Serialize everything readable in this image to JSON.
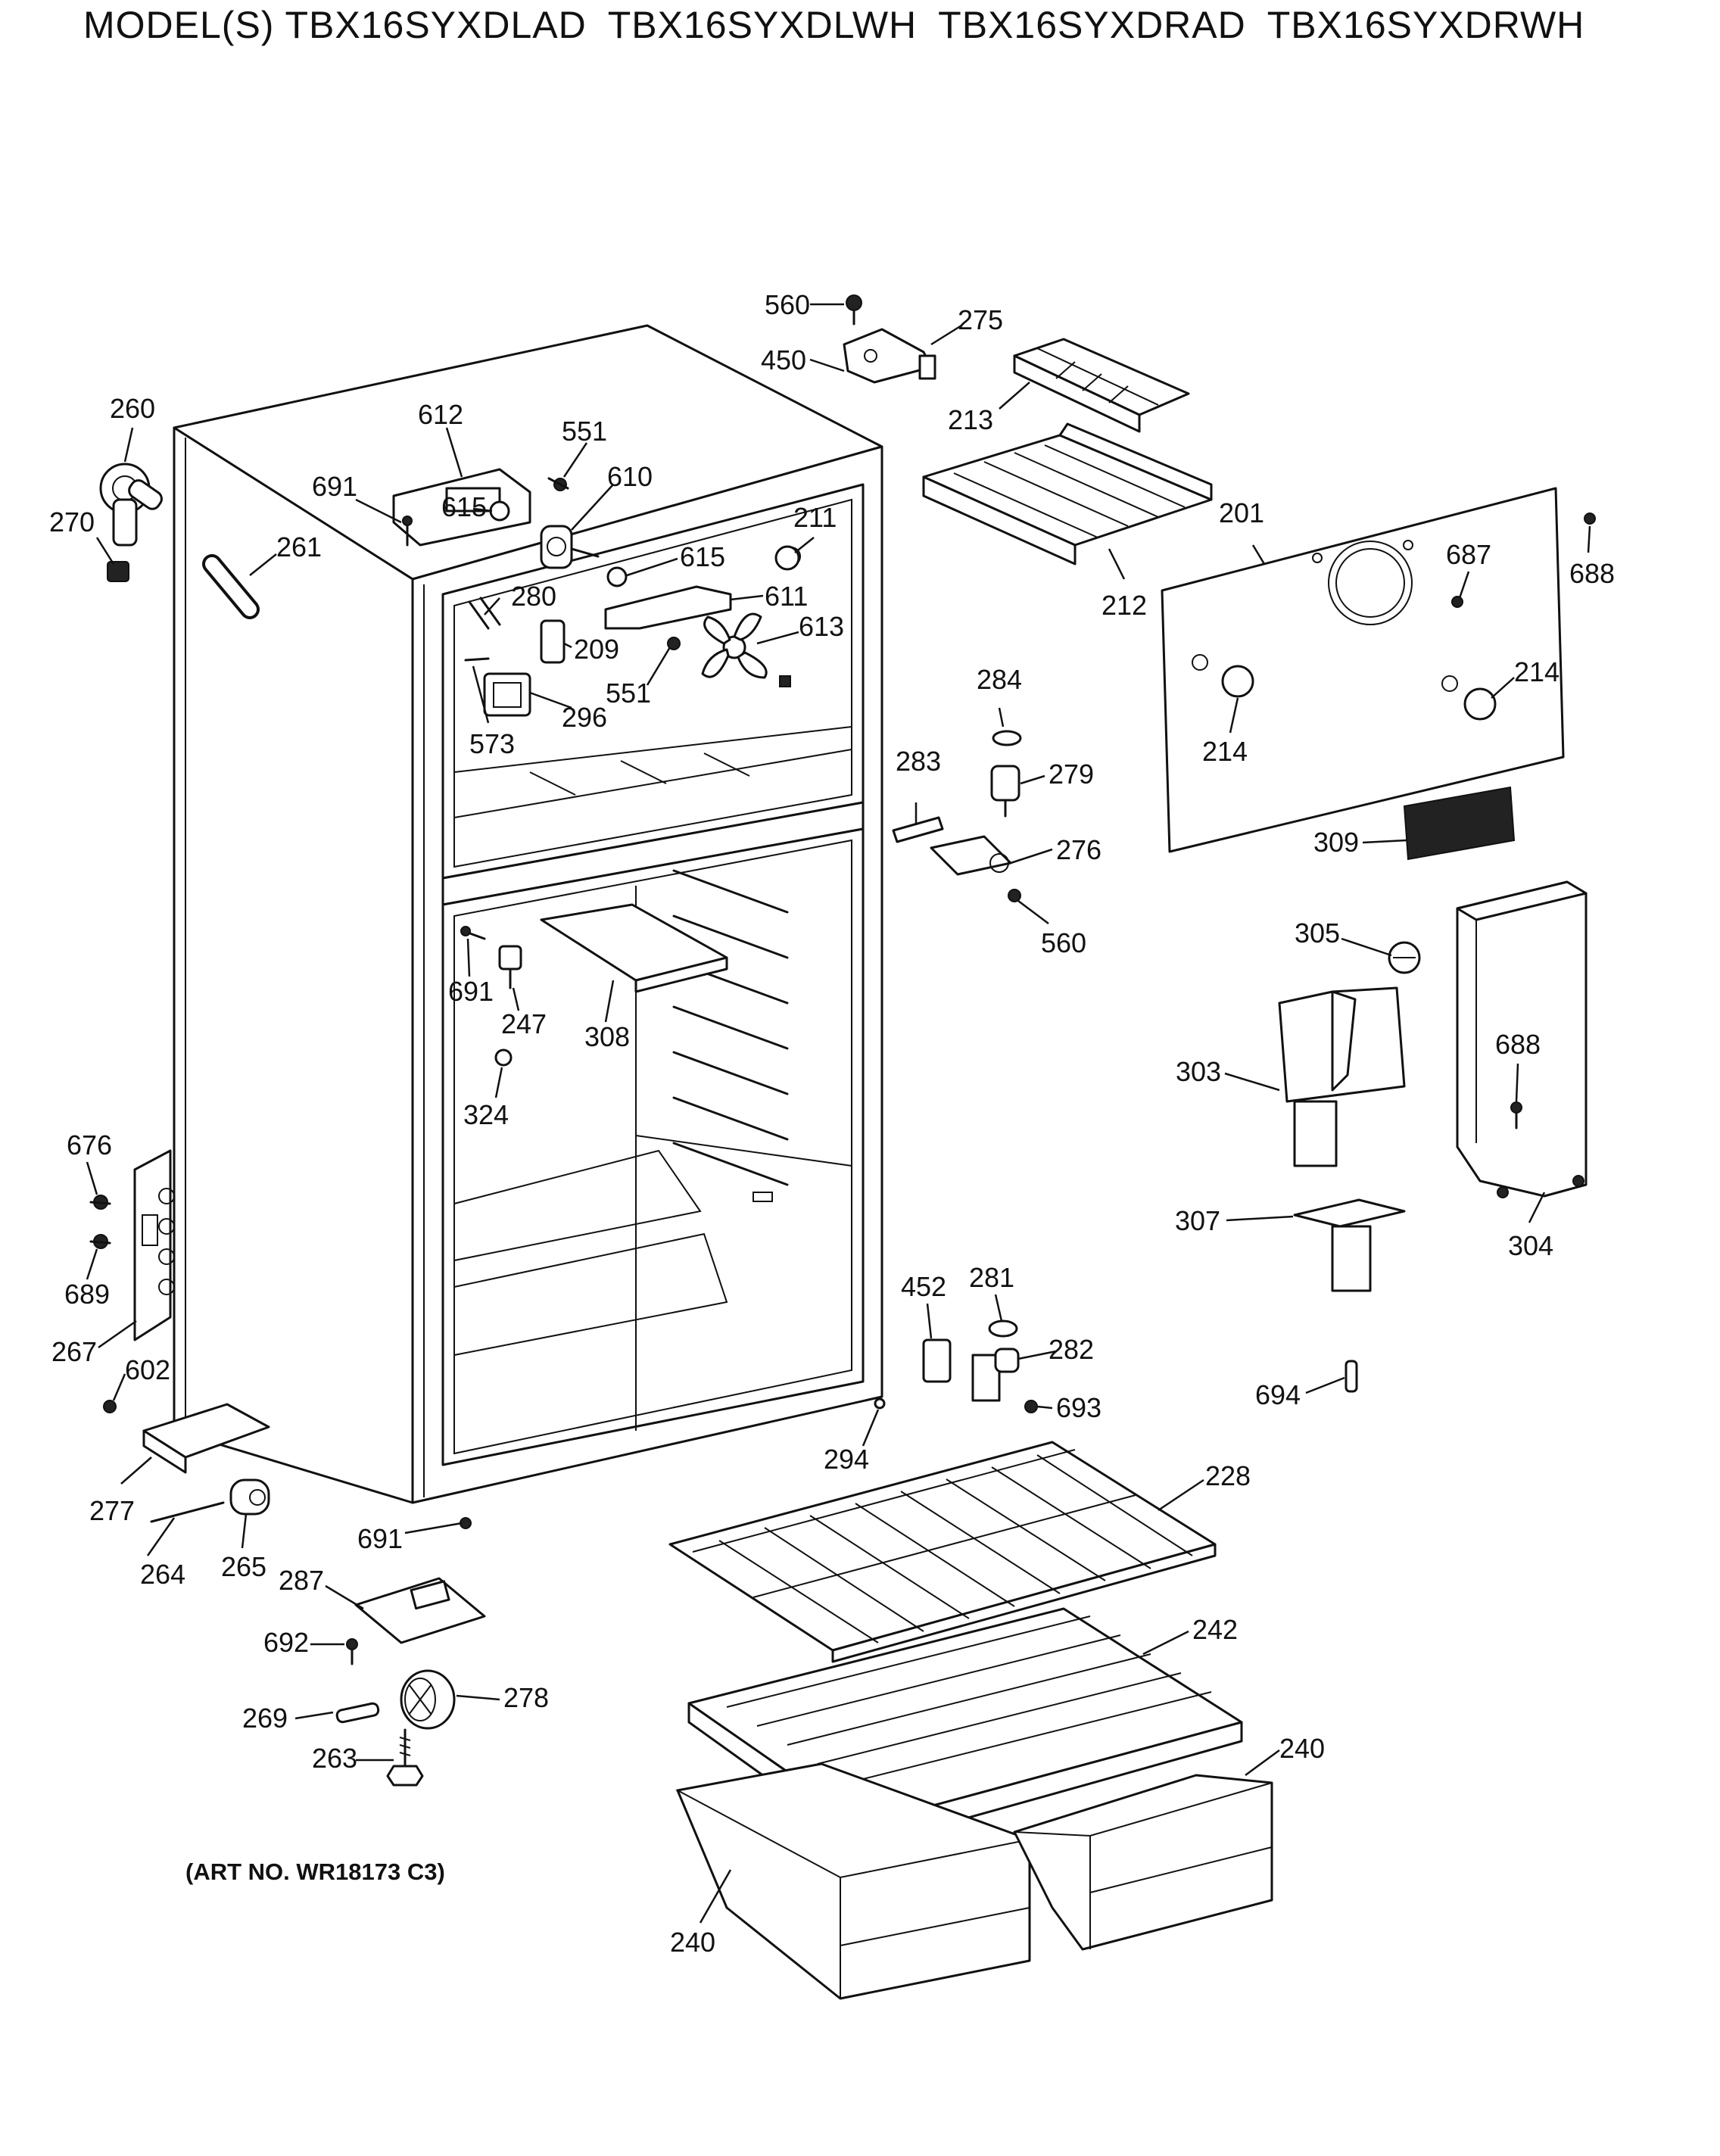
{
  "header": {
    "prefix": "MODEL(S)",
    "models": [
      "TBX16SYXDLAD",
      "TBX16SYXDLWH",
      "TBX16SYXDRAD",
      "TBX16SYXDRWH"
    ]
  },
  "footer": {
    "art_no": "(ART NO. WR18173 C3)"
  },
  "parts": [
    {
      "id": "p1",
      "label": "560"
    },
    {
      "id": "p2",
      "label": "275"
    },
    {
      "id": "p3",
      "label": "450"
    },
    {
      "id": "p4",
      "label": "213"
    },
    {
      "id": "p5",
      "label": "260"
    },
    {
      "id": "p6",
      "label": "612"
    },
    {
      "id": "p7",
      "label": "551"
    },
    {
      "id": "p8",
      "label": "610"
    },
    {
      "id": "p9",
      "label": "691"
    },
    {
      "id": "p10",
      "label": "615"
    },
    {
      "id": "p11",
      "label": "270"
    },
    {
      "id": "p12",
      "label": "261"
    },
    {
      "id": "p13",
      "label": "211"
    },
    {
      "id": "p14",
      "label": "615"
    },
    {
      "id": "p15",
      "label": "280"
    },
    {
      "id": "p16",
      "label": "611"
    },
    {
      "id": "p17",
      "label": "613"
    },
    {
      "id": "p18",
      "label": "209"
    },
    {
      "id": "p19",
      "label": "551"
    },
    {
      "id": "p20",
      "label": "296"
    },
    {
      "id": "p21",
      "label": "573"
    },
    {
      "id": "p22",
      "label": "212"
    },
    {
      "id": "p23",
      "label": "201"
    },
    {
      "id": "p24",
      "label": "687"
    },
    {
      "id": "p25",
      "label": "688"
    },
    {
      "id": "p26",
      "label": "284"
    },
    {
      "id": "p27",
      "label": "214"
    },
    {
      "id": "p28",
      "label": "214"
    },
    {
      "id": "p29",
      "label": "283"
    },
    {
      "id": "p30",
      "label": "279"
    },
    {
      "id": "p31",
      "label": "276"
    },
    {
      "id": "p32",
      "label": "309"
    },
    {
      "id": "p33",
      "label": "560"
    },
    {
      "id": "p34",
      "label": "305"
    },
    {
      "id": "p35",
      "label": "691"
    },
    {
      "id": "p36",
      "label": "247"
    },
    {
      "id": "p37",
      "label": "308"
    },
    {
      "id": "p38",
      "label": "303"
    },
    {
      "id": "p39",
      "label": "688"
    },
    {
      "id": "p40",
      "label": "324"
    },
    {
      "id": "p41",
      "label": "676"
    },
    {
      "id": "p42",
      "label": "307"
    },
    {
      "id": "p43",
      "label": "304"
    },
    {
      "id": "p44",
      "label": "689"
    },
    {
      "id": "p45",
      "label": "281"
    },
    {
      "id": "p46",
      "label": "452"
    },
    {
      "id": "p47",
      "label": "267"
    },
    {
      "id": "p48",
      "label": "602"
    },
    {
      "id": "p49",
      "label": "282"
    },
    {
      "id": "p50",
      "label": "694"
    },
    {
      "id": "p51",
      "label": "693"
    },
    {
      "id": "p52",
      "label": "294"
    },
    {
      "id": "p53",
      "label": "228"
    },
    {
      "id": "p54",
      "label": "277"
    },
    {
      "id": "p55",
      "label": "691"
    },
    {
      "id": "p56",
      "label": "264"
    },
    {
      "id": "p57",
      "label": "265"
    },
    {
      "id": "p58",
      "label": "287"
    },
    {
      "id": "p59",
      "label": "242"
    },
    {
      "id": "p60",
      "label": "692"
    },
    {
      "id": "p61",
      "label": "278"
    },
    {
      "id": "p62",
      "label": "269"
    },
    {
      "id": "p63",
      "label": "240"
    },
    {
      "id": "p64",
      "label": "263"
    },
    {
      "id": "p65",
      "label": "240"
    }
  ]
}
